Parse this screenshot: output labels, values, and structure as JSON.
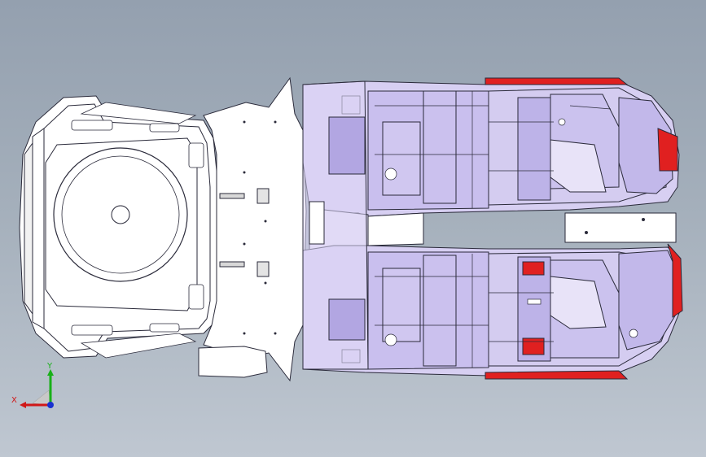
{
  "viewport": {
    "name": "cad-3d-viewport",
    "background_top": "#94a0af",
    "background_bottom": "#bfc7d1"
  },
  "model": {
    "part_fill_white": "#ffffff",
    "part_fill_lavender": "#d7cff2",
    "part_fill_lavender_dark": "#b9aee6",
    "part_edge": "#2a2a3a",
    "highlight_red": "#e02020"
  },
  "triad": {
    "x_label": "X",
    "y_label": "Y",
    "x_color": "#d01818",
    "y_color": "#18b018",
    "z_color": "#1830d0"
  }
}
